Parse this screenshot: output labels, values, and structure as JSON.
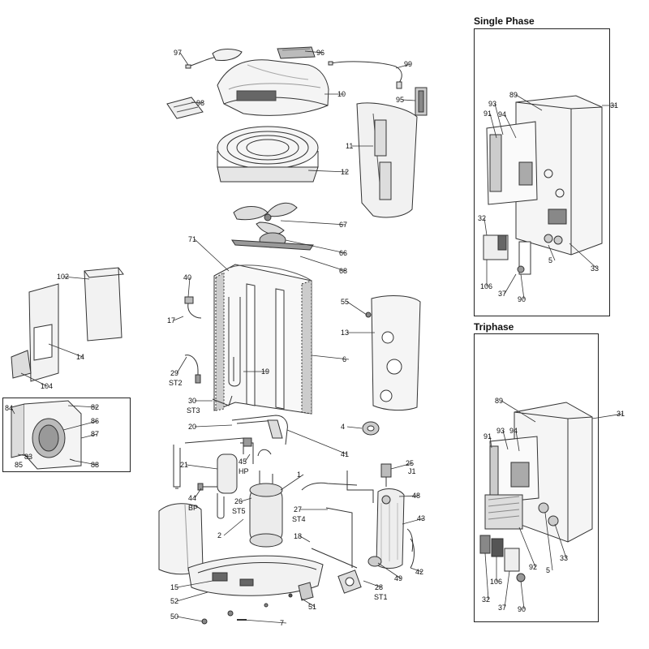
{
  "panels": {
    "single_phase_title": "Single Phase",
    "triphase_title": "Triphase"
  },
  "parts": [
    {
      "id": "p97",
      "label": "97"
    },
    {
      "id": "p96",
      "label": "96"
    },
    {
      "id": "p99",
      "label": "99"
    },
    {
      "id": "p10",
      "label": "10"
    },
    {
      "id": "p95",
      "label": "95"
    },
    {
      "id": "p98",
      "label": "98"
    },
    {
      "id": "p11",
      "label": "11"
    },
    {
      "id": "p12",
      "label": "12"
    },
    {
      "id": "p67",
      "label": "67"
    },
    {
      "id": "p71",
      "label": "71"
    },
    {
      "id": "p66",
      "label": "66"
    },
    {
      "id": "p68",
      "label": "68"
    },
    {
      "id": "p40",
      "label": "40"
    },
    {
      "id": "p55",
      "label": "55"
    },
    {
      "id": "p17",
      "label": "17"
    },
    {
      "id": "p13",
      "label": "13"
    },
    {
      "id": "p6",
      "label": "6"
    },
    {
      "id": "p29",
      "label": "29"
    },
    {
      "id": "pST2",
      "label": "ST2"
    },
    {
      "id": "p19",
      "label": "19"
    },
    {
      "id": "p30",
      "label": "30"
    },
    {
      "id": "pST3",
      "label": "ST3"
    },
    {
      "id": "p4",
      "label": "4"
    },
    {
      "id": "p20",
      "label": "20"
    },
    {
      "id": "p41",
      "label": "41"
    },
    {
      "id": "p25",
      "label": "25"
    },
    {
      "id": "pJ1",
      "label": "J1"
    },
    {
      "id": "p1",
      "label": "1"
    },
    {
      "id": "p21",
      "label": "21"
    },
    {
      "id": "p45",
      "label": "45"
    },
    {
      "id": "pHP",
      "label": "HP"
    },
    {
      "id": "p48",
      "label": "48"
    },
    {
      "id": "p44",
      "label": "44"
    },
    {
      "id": "pBP",
      "label": "BP"
    },
    {
      "id": "p26",
      "label": "26"
    },
    {
      "id": "pST5",
      "label": "ST5"
    },
    {
      "id": "p27",
      "label": "27"
    },
    {
      "id": "pST4",
      "label": "ST4"
    },
    {
      "id": "p43",
      "label": "43"
    },
    {
      "id": "p2",
      "label": "2"
    },
    {
      "id": "p18",
      "label": "18"
    },
    {
      "id": "p49",
      "label": "49"
    },
    {
      "id": "p42",
      "label": "42"
    },
    {
      "id": "p28",
      "label": "28"
    },
    {
      "id": "pST1",
      "label": "ST1"
    },
    {
      "id": "p15",
      "label": "15"
    },
    {
      "id": "p52",
      "label": "52"
    },
    {
      "id": "p51",
      "label": "51"
    },
    {
      "id": "p50",
      "label": "50"
    },
    {
      "id": "p7",
      "label": "7"
    },
    {
      "id": "p102",
      "label": "102"
    },
    {
      "id": "p14",
      "label": "14"
    },
    {
      "id": "p104",
      "label": "104"
    },
    {
      "id": "p84",
      "label": "84"
    },
    {
      "id": "p82",
      "label": "82"
    },
    {
      "id": "p86",
      "label": "86"
    },
    {
      "id": "p87",
      "label": "87"
    },
    {
      "id": "p83",
      "label": "83"
    },
    {
      "id": "p85",
      "label": "85"
    },
    {
      "id": "p88",
      "label": "88"
    },
    {
      "id": "s89",
      "label": "89"
    },
    {
      "id": "s31",
      "label": "31"
    },
    {
      "id": "s93",
      "label": "93"
    },
    {
      "id": "s91",
      "label": "91"
    },
    {
      "id": "s94",
      "label": "94"
    },
    {
      "id": "s32",
      "label": "32"
    },
    {
      "id": "s5",
      "label": "5"
    },
    {
      "id": "s33",
      "label": "33"
    },
    {
      "id": "s106",
      "label": "106"
    },
    {
      "id": "s37",
      "label": "37"
    },
    {
      "id": "s90",
      "label": "90"
    },
    {
      "id": "t89",
      "label": "89"
    },
    {
      "id": "t31",
      "label": "31"
    },
    {
      "id": "t91",
      "label": "91"
    },
    {
      "id": "t93",
      "label": "93"
    },
    {
      "id": "t94",
      "label": "94"
    },
    {
      "id": "t5",
      "label": "5"
    },
    {
      "id": "t33",
      "label": "33"
    },
    {
      "id": "t92",
      "label": "92"
    },
    {
      "id": "t106",
      "label": "106"
    },
    {
      "id": "t32",
      "label": "32"
    },
    {
      "id": "t37",
      "label": "37"
    },
    {
      "id": "t90",
      "label": "90"
    }
  ]
}
